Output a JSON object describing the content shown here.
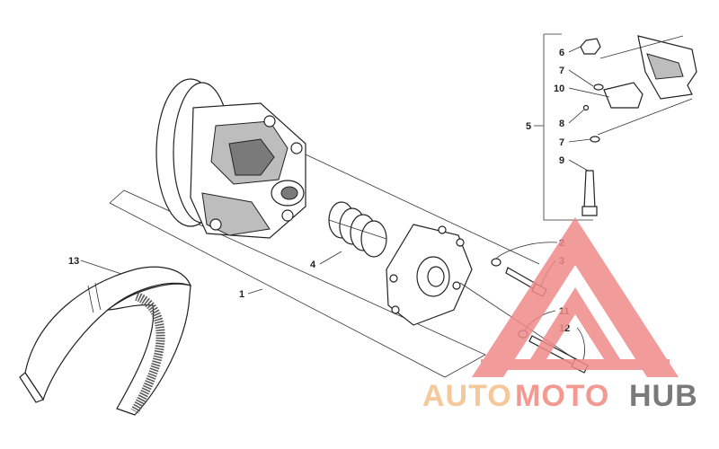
{
  "diagram": {
    "callouts": [
      {
        "id": "1",
        "text": "1"
      },
      {
        "id": "2",
        "text": "2"
      },
      {
        "id": "3",
        "text": "3"
      },
      {
        "id": "4",
        "text": "4"
      },
      {
        "id": "5",
        "text": "5"
      },
      {
        "id": "6",
        "text": "6"
      },
      {
        "id": "7a",
        "text": "7"
      },
      {
        "id": "7b",
        "text": "7"
      },
      {
        "id": "8",
        "text": "8"
      },
      {
        "id": "9",
        "text": "9"
      },
      {
        "id": "10",
        "text": "10"
      },
      {
        "id": "11",
        "text": "11"
      },
      {
        "id": "12",
        "text": "12"
      },
      {
        "id": "13",
        "text": "13"
      }
    ]
  },
  "watermark": {
    "part1": "AUTO",
    "part2": "MOTO",
    "part3": "HUB",
    "color_auto": "#f5c89a",
    "color_moto": "#f29a92",
    "color_hub": "#7a7a7a",
    "triangle_color": "#f08a8a"
  }
}
